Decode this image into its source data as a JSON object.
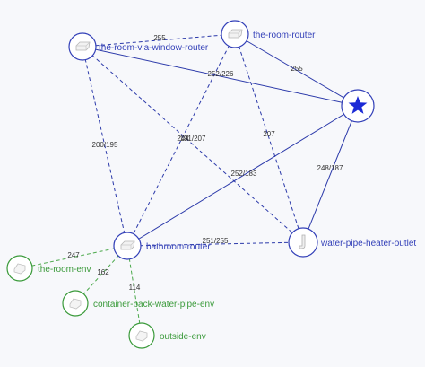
{
  "colors": {
    "router": "#3340b8",
    "env": "#3a9a3a",
    "star": "#1b2ad6",
    "router_edge": "#2c3aaa",
    "env_edge": "#4aa84a",
    "label_text": "#333333"
  },
  "nodes": [
    {
      "id": "window",
      "label": "the-room-via-window-router",
      "type": "router",
      "icon": "router-icon"
    },
    {
      "id": "room",
      "label": "the-room-router",
      "type": "router",
      "icon": "router-icon"
    },
    {
      "id": "star",
      "label": "",
      "type": "hub",
      "icon": "star-icon"
    },
    {
      "id": "bath",
      "label": "bathroom-router",
      "type": "router",
      "icon": "router-icon"
    },
    {
      "id": "heater",
      "label": "water-pipe-heater-outlet",
      "type": "router",
      "icon": "outlet-sensor-icon"
    },
    {
      "id": "roomenv",
      "label": "the-room-env",
      "type": "env",
      "icon": "sensor-icon"
    },
    {
      "id": "cbenv",
      "label": "container-back-water-pipe-env",
      "type": "env",
      "icon": "sensor-icon"
    },
    {
      "id": "outenv",
      "label": "outside-env",
      "type": "env",
      "icon": "sensor-icon"
    }
  ],
  "edges": [
    {
      "from": "window",
      "to": "room",
      "style": "dashed",
      "kind": "router",
      "label": "255"
    },
    {
      "from": "window",
      "to": "star",
      "style": "solid",
      "kind": "router",
      "label": ""
    },
    {
      "from": "room",
      "to": "star",
      "style": "solid",
      "kind": "router",
      "label": "255"
    },
    {
      "from": "room",
      "to": "bath",
      "style": "dashed",
      "kind": "router",
      "label": "252/226"
    },
    {
      "from": "window",
      "to": "bath",
      "style": "dashed",
      "kind": "router",
      "label": "200/195"
    },
    {
      "from": "window",
      "to": "heater",
      "style": "dashed",
      "kind": "router",
      "label": "244"
    },
    {
      "from": "room",
      "to": "heater",
      "style": "dashed",
      "kind": "router",
      "label": "207"
    },
    {
      "from": "star",
      "to": "heater",
      "style": "solid",
      "kind": "router",
      "label": "248/187"
    },
    {
      "from": "bath",
      "to": "star",
      "style": "solid",
      "kind": "router",
      "label": "252/183"
    },
    {
      "from": "bath",
      "to": "heater",
      "style": "dashed",
      "kind": "router",
      "label": "251/255"
    },
    {
      "from": "bath",
      "to": "roomenv",
      "style": "dashed",
      "kind": "env",
      "label": "247"
    },
    {
      "from": "bath",
      "to": "cbenv",
      "style": "dashed",
      "kind": "env",
      "label": "162"
    },
    {
      "from": "bath",
      "to": "outenv",
      "style": "dashed",
      "kind": "env",
      "label": "114"
    }
  ],
  "extra_labels": [
    {
      "text": "191/207"
    }
  ]
}
